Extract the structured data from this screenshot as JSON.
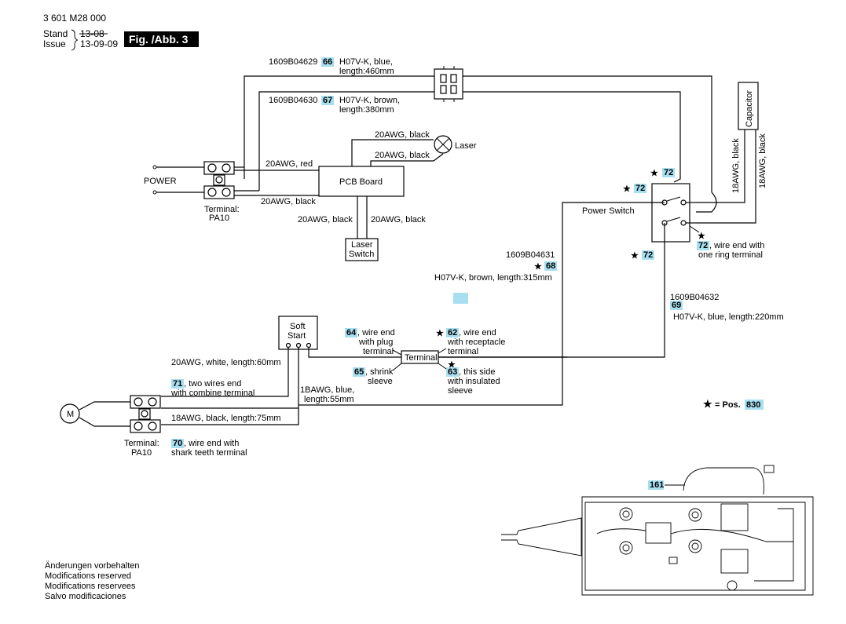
{
  "header": {
    "doc_number": "3 601 M28 000",
    "stand_label": "Stand",
    "issue_label": "Issue",
    "stand_date": "13-08",
    "issue_date": "13-09-09",
    "fig_label": "Fig. /Abb. 3"
  },
  "wires": {
    "w66_part": "1609B04629",
    "w66_num": "66",
    "w66_desc1": "H07V-K, blue,",
    "w66_desc2": "length:460mm",
    "w67_part": "1609B04630",
    "w67_num": "67",
    "w67_desc1": "H07V-K, brown,",
    "w67_desc2": "length:380mm",
    "laser_top": "20AWG, black",
    "laser_bottom": "20AWG, black",
    "laser": "Laser",
    "red": "20AWG, red",
    "black_power": "20AWG, black",
    "pcb": "PCB Board",
    "laser_sw_left": "20AWG, black",
    "laser_sw_right": "20AWG, black",
    "laser_switch1": "Laser",
    "laser_switch2": "Switch",
    "power": "POWER",
    "terminal_top_1": "Terminal:",
    "terminal_top_2": "PA10",
    "capacitor": "Capacitor",
    "cap_left": "18AWG, black",
    "cap_right": "18AWG, black",
    "power_switch": "Power Switch",
    "w72_a": "72",
    "w72_b": "72",
    "w72_c": "72",
    "w72_d": "72",
    "w72_desc1": ", wire end with",
    "w72_desc2": "one ring terminal",
    "w68_part": "1609B04631",
    "w68_num": "68",
    "w68_desc": "H07V-K, brown, length:315mm",
    "w69_part": "1609B04632",
    "w69_num": "69",
    "w69_desc": "H07V-K, blue, length:220mm",
    "soft_start1": "Soft",
    "soft_start2": "Start",
    "w64_num": "64",
    "w64_d1": ", wire end",
    "w64_d2": "with plug",
    "w64_d3": "terminal",
    "terminal_mid": "Terminal",
    "w62_num": "62",
    "w62_d1": ", wire end",
    "w62_d2": "with receptacle",
    "w62_d3": "terminal",
    "w65_num": "65",
    "w65_d1": ", shrink",
    "w65_d2": "sleeve",
    "w63_num": "63",
    "w63_d1": ", this side",
    "w63_d2": "with insulated",
    "w63_d3": "sleeve",
    "white": "20AWG, white, length:60mm",
    "w71_num": "71",
    "w71_d1": ", two wires end",
    "w71_d2": "with combine terminal",
    "blue18_1": "1BAWG, blue,",
    "blue18_2": "length:55mm",
    "black18": "18AWG, black, length:75mm",
    "motor": "M",
    "terminal_bot_1": "Terminal:",
    "terminal_bot_2": "PA10",
    "w70_num": "70",
    "w70_d1": ", wire end with",
    "w70_d2": "shark teeth terminal",
    "pos_label": "= Pos.",
    "pos_num": "830",
    "w161_num": "161"
  },
  "footer": {
    "line1": "Änderungen vorbehalten",
    "line2": "Modifications reserved",
    "line3": "Modifications reservees",
    "line4": "Salvo modificaciones"
  },
  "colors": {
    "highlight": "#a8dff0",
    "ink": "#000000"
  }
}
